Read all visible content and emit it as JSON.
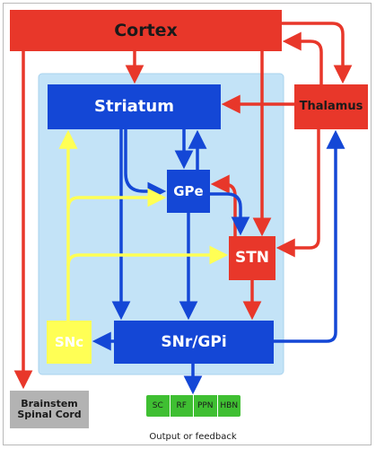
{
  "nodes": {
    "cortex": "Cortex",
    "striatum": "Striatum",
    "thalamus": "Thalamus",
    "gpe": "GPe",
    "stn": "STN",
    "snc": "SNc",
    "snr_gpi": "SNr/GPi",
    "brainstem_line1": "Brainstem",
    "brainstem_line2": "Spinal Cord"
  },
  "outputs": {
    "cells": [
      "SC",
      "RF",
      "PPN",
      "HBN"
    ],
    "caption": "Output or feedback"
  },
  "colors": {
    "excitatory": "#e8372a",
    "inhibitory": "#1447d6",
    "dopaminergic": "#ffff55",
    "region_background": "#c3e3f7",
    "brainstem": "#b3b3b3",
    "output": "#3fbf32"
  }
}
